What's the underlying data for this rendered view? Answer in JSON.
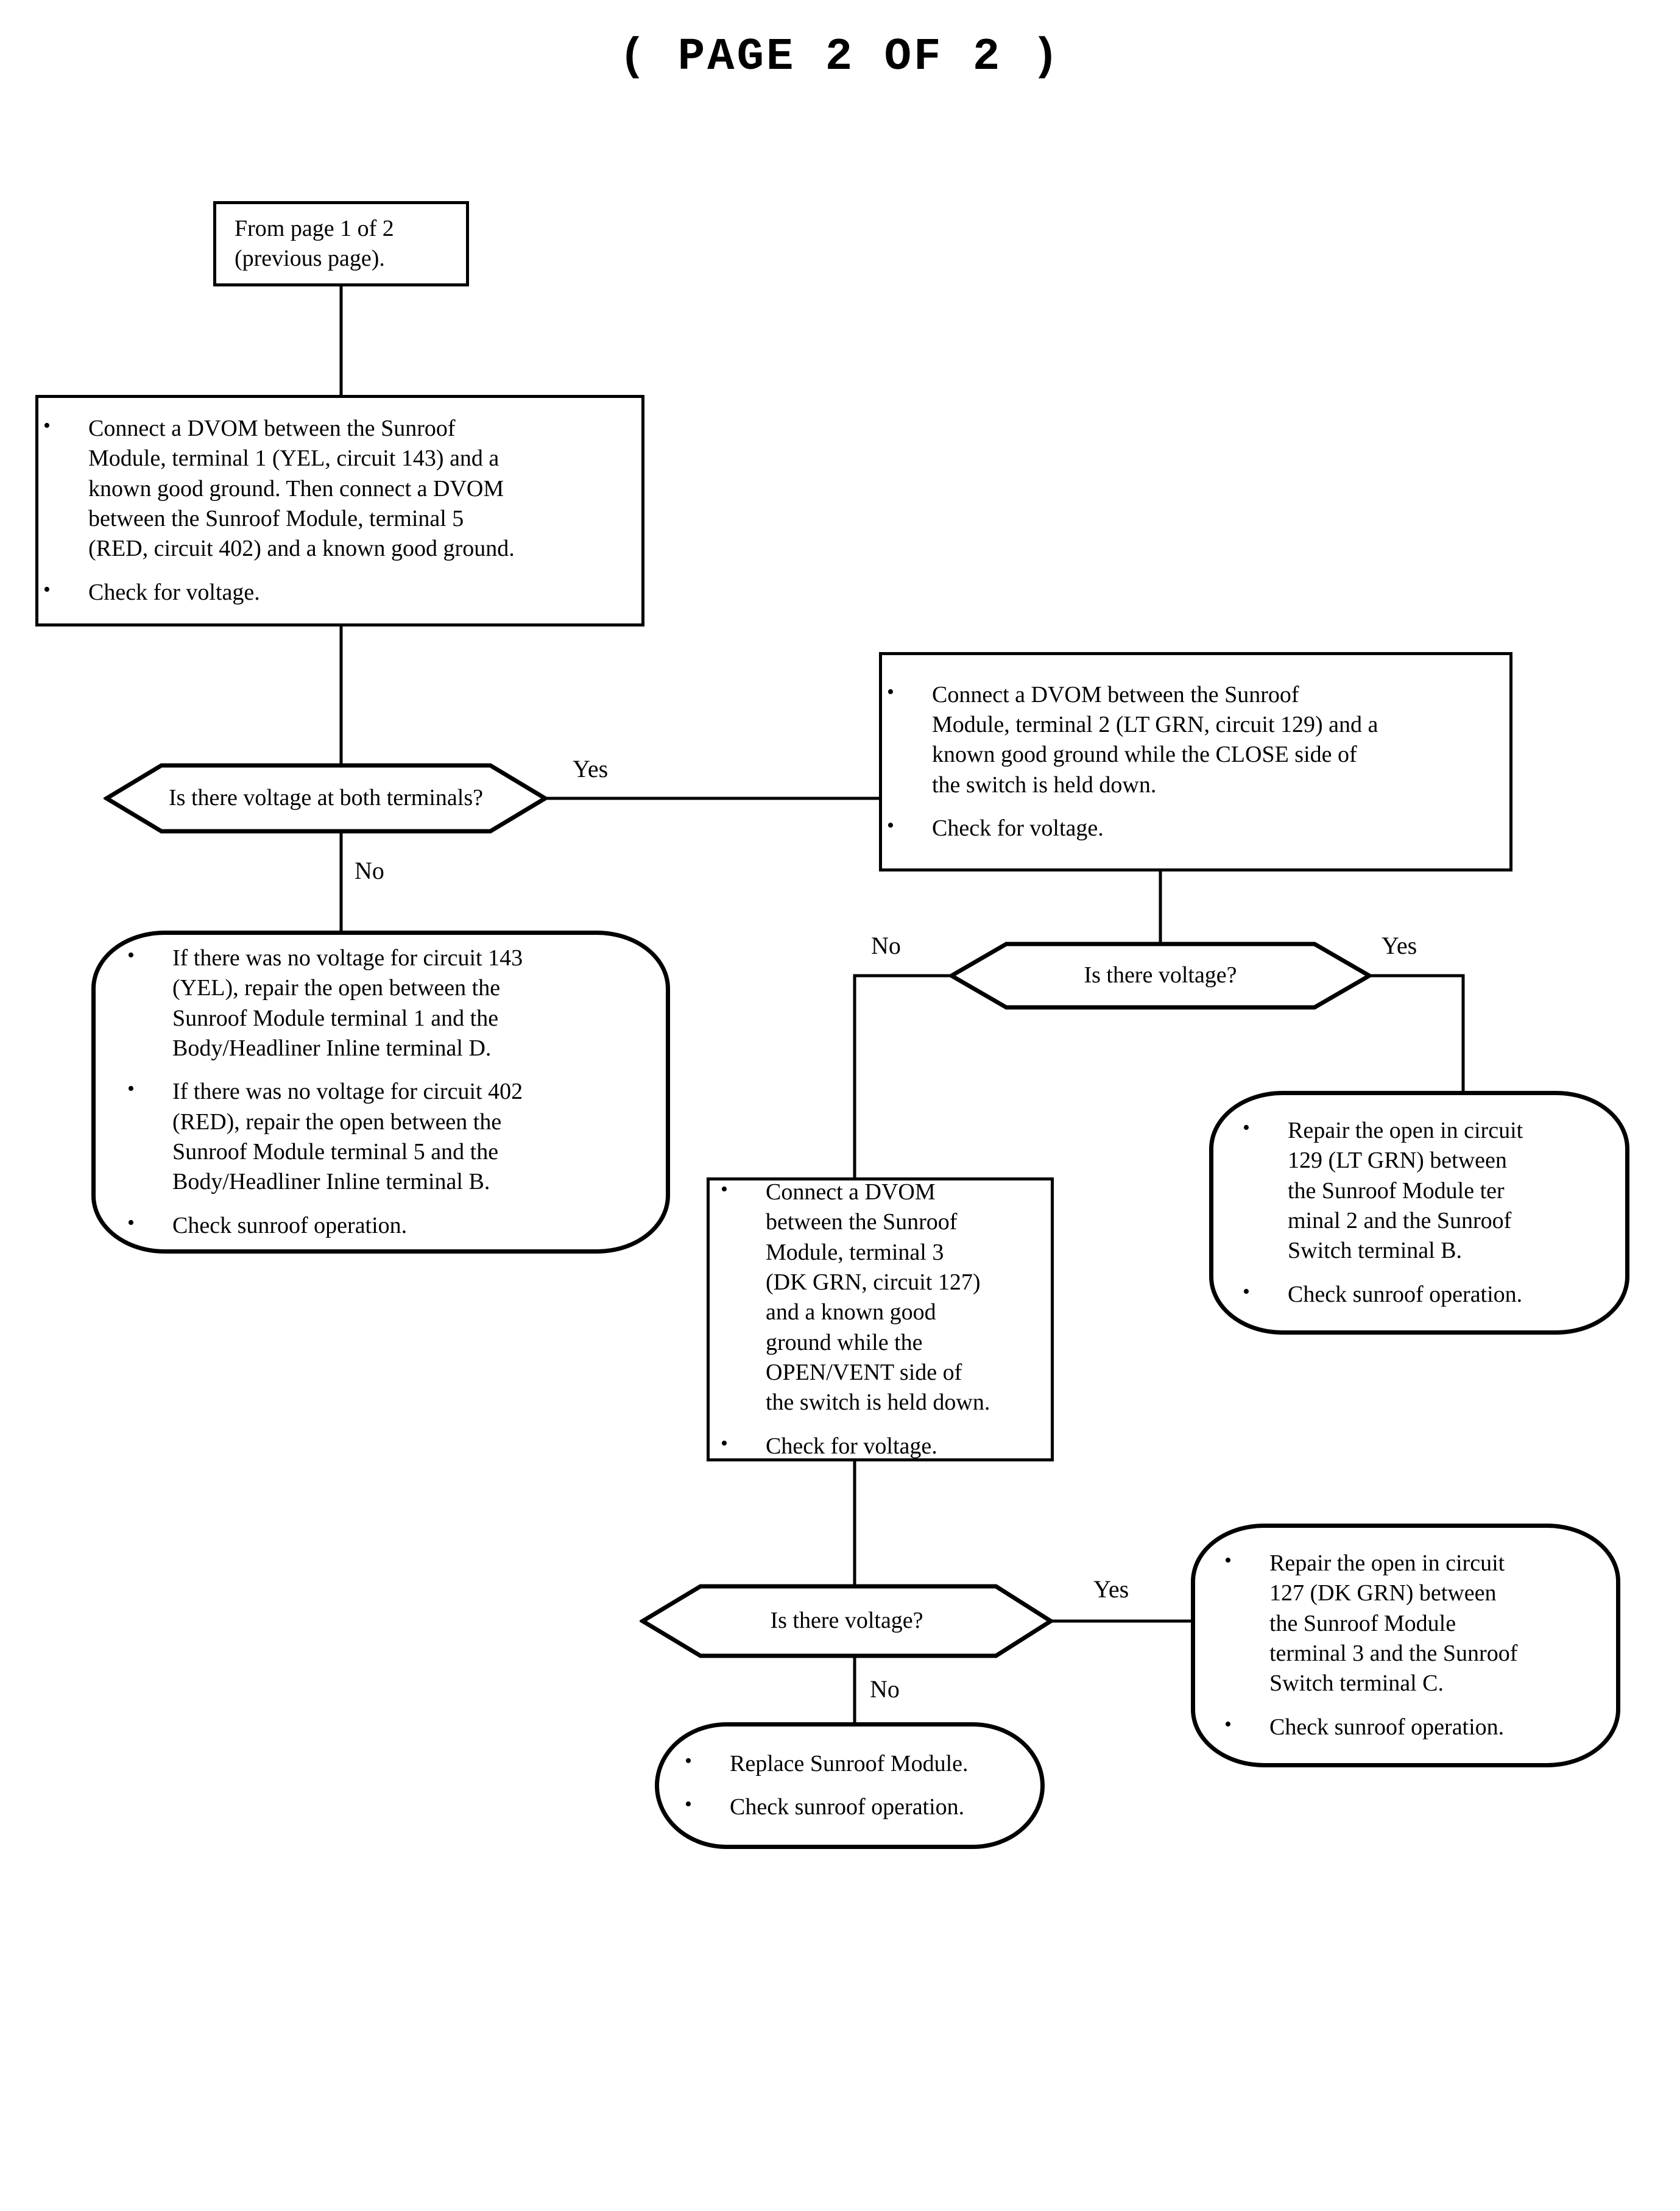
{
  "page": {
    "title": "( PAGE 2 OF 2 )"
  },
  "nodes": {
    "from_page": {
      "text": "From page 1 of 2\n(previous page)."
    },
    "test_terminals": {
      "bullets": [
        "Connect a DVOM between the Sunroof\nModule, terminal 1 (YEL, circuit 143) and a\nknown good ground. Then connect a DVOM\nbetween the Sunroof Module, terminal 5\n(RED, circuit 402) and a known good ground.",
        "Check for voltage."
      ]
    },
    "decision_both_terminals": {
      "question": "Is there voltage at both terminals?",
      "yes_label": "Yes",
      "no_label": "No"
    },
    "repair_143_402": {
      "bullets": [
        "If there was no voltage for circuit 143\n(YEL), repair the open between the\nSunroof Module terminal 1 and the\nBody/Headliner Inline terminal D.",
        "If there was no voltage for circuit 402\n(RED), repair the open between the\nSunroof Module terminal 5 and the\nBody/Headliner Inline terminal B.",
        "Check sunroof operation."
      ]
    },
    "test_close_side": {
      "bullets": [
        "Connect a DVOM between the Sunroof\nModule, terminal 2 (LT GRN, circuit 129) and a\nknown good ground while the CLOSE side of\nthe switch is held down.",
        "Check for voltage."
      ]
    },
    "decision_voltage_129": {
      "question": "Is there voltage?",
      "yes_label": "Yes",
      "no_label": "No"
    },
    "repair_129": {
      "bullets": [
        "Repair the open in circuit\n129 (LT GRN) between\nthe Sunroof Module ter\nminal 2 and the Sunroof\nSwitch terminal B.",
        "Check sunroof operation."
      ]
    },
    "test_open_vent_side": {
      "bullets": [
        "Connect a DVOM\nbetween the Sunroof\nModule, terminal 3\n(DK GRN, circuit 127)\nand a known good\nground while the\nOPEN/VENT side of\nthe switch is held down.",
        "Check for voltage."
      ]
    },
    "decision_voltage_127": {
      "question": "Is there voltage?",
      "yes_label": "Yes",
      "no_label": "No"
    },
    "repair_127": {
      "bullets": [
        "Repair the open in circuit\n127 (DK GRN) between\nthe Sunroof Module\nterminal 3 and the Sunroof\nSwitch terminal C.",
        "Check sunroof operation."
      ]
    },
    "replace_module": {
      "bullets": [
        "Replace Sunroof Module.",
        "Check sunroof operation."
      ]
    }
  },
  "colors": {
    "ink": "#000000",
    "paper": "#ffffff"
  }
}
